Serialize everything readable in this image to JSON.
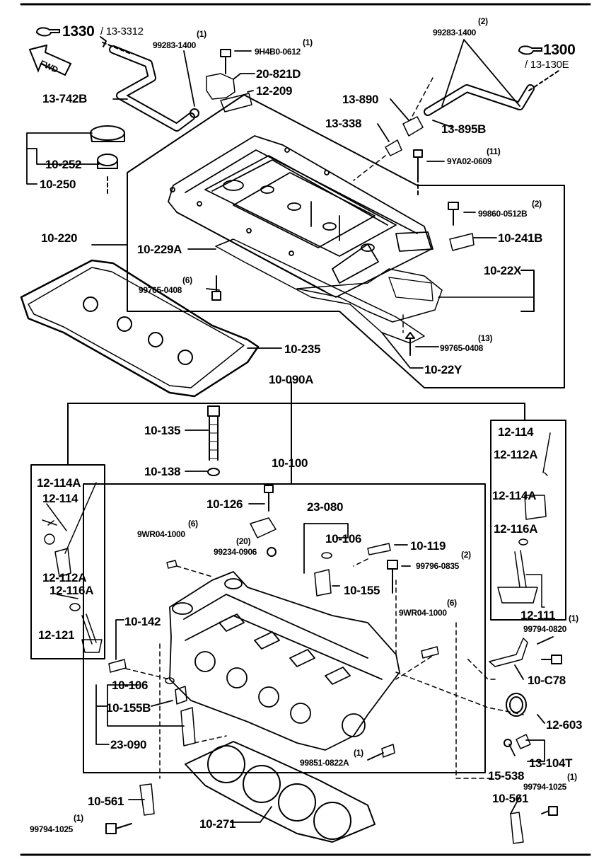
{
  "refs": {
    "top_left": {
      "number": "1330",
      "sub": "/ 13-3312"
    },
    "top_right": {
      "number": "1300",
      "sub": "/ 13-130E"
    }
  },
  "direction_label": "FWD",
  "parts": {
    "p_99283_1400_a": "99283-1400",
    "q_99283_1400_a": "(1)",
    "p_9H4B0_0612": "9H4B0-0612",
    "q_9H4B0_0612": "(1)",
    "p_20_821D": "20-821D",
    "p_12_209": "12-209",
    "p_13_742B": "13-742B",
    "p_99283_1400_b": "99283-1400",
    "q_99283_1400_b": "(2)",
    "p_13_890": "13-890",
    "p_13_338": "13-338",
    "p_13_895B": "13-895B",
    "p_9YA02_0609": "9YA02-0609",
    "q_9YA02_0609": "(11)",
    "p_10_252": "10-252",
    "p_10_250": "10-250",
    "p_99860_0512B": "99860-0512B",
    "q_99860_0512B": "(2)",
    "p_10_220": "10-220",
    "p_10_241B": "10-241B",
    "p_10_229A": "10-229A",
    "p_10_22X": "10-22X",
    "p_99765_0408_a": "99765-0408",
    "q_99765_0408_a": "(6)",
    "p_99765_0408_b": "99765-0408",
    "q_99765_0408_b": "(13)",
    "p_10_235": "10-235",
    "p_10_22Y": "10-22Y",
    "p_10_090A": "10-090A",
    "p_10_135": "10-135",
    "p_12_114_r": "12-114",
    "p_12_112A_r": "12-112A",
    "p_10_138": "10-138",
    "p_10_100": "10-100",
    "p_12_114A_l": "12-114A",
    "p_12_114A_r": "12-114A",
    "p_12_114_l": "12-114",
    "p_10_126": "10-126",
    "p_23_080": "23-080",
    "p_12_116A_r": "12-116A",
    "p_9WR04_1000_a": "9WR04-1000",
    "q_9WR04_1000_a": "(6)",
    "p_10_106_a": "10-106",
    "p_99234_0906": "99234-0906",
    "q_99234_0906": "(20)",
    "p_10_119": "10-119",
    "p_99796_0835": "99796-0835",
    "q_99796_0835": "(2)",
    "p_12_112A_l": "12-112A",
    "p_10_155": "10-155",
    "p_12_116A_l": "12-116A",
    "p_9WR04_1000_b": "9WR04-1000",
    "q_9WR04_1000_b": "(6)",
    "p_12_111": "12-111",
    "p_10_142": "10-142",
    "p_99794_0820": "99794-0820",
    "q_99794_0820": "(1)",
    "p_12_121": "12-121",
    "p_10_106_b": "10-106",
    "p_10_C78": "10-C78",
    "p_10_155B": "10-155B",
    "p_12_603": "12-603",
    "p_23_090": "23-090",
    "p_99851_0822A": "99851-0822A",
    "q_99851_0822A": "(1)",
    "p_13_104T": "13-104T",
    "p_15_538": "15-538",
    "p_99794_1025_r": "99794-1025",
    "q_99794_1025_r": "(1)",
    "p_10_561_l": "10-561",
    "p_10_561_r": "10-561",
    "p_10_271": "10-271",
    "p_99794_1025_l": "99794-1025",
    "q_99794_1025_l": "(1)"
  },
  "colors": {
    "ink": "#000000",
    "paper": "#ffffff"
  }
}
